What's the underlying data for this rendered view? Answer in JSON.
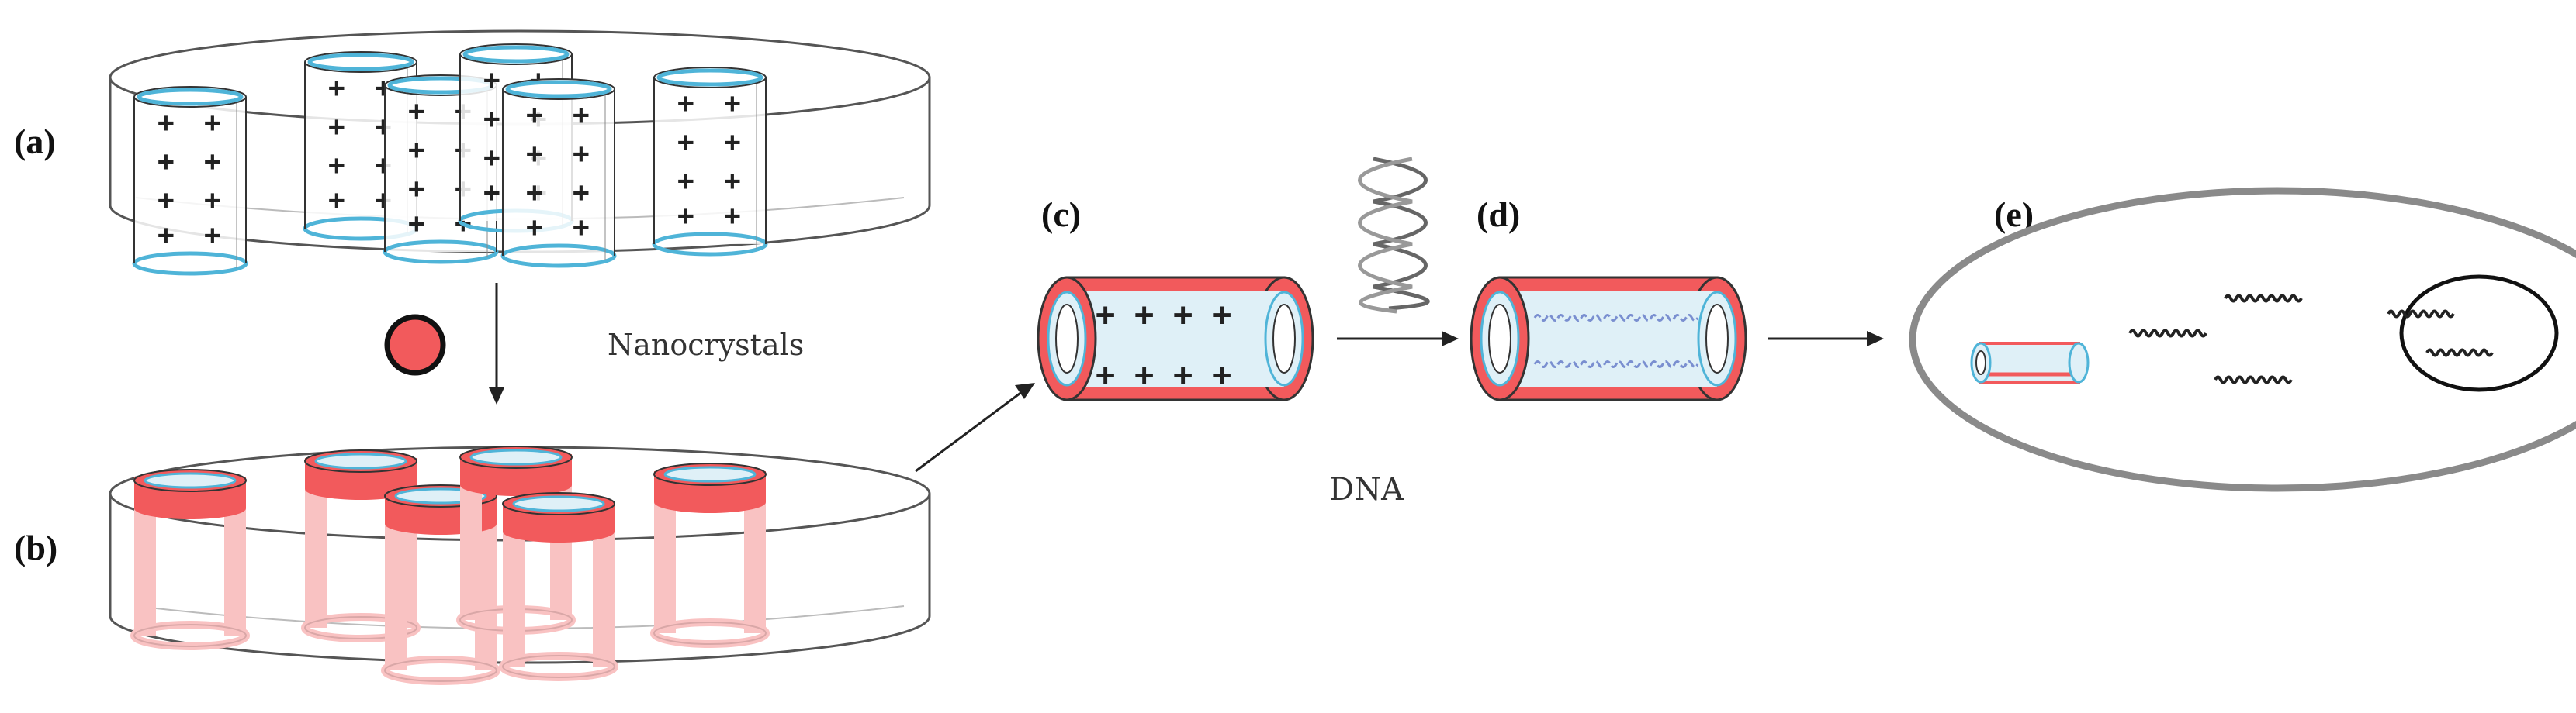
{
  "panels": {
    "a": "(a)",
    "b": "(b)",
    "c": "(c)",
    "d": "(d)",
    "e": "(e)"
  },
  "annotations": {
    "nanocrystals": "Nanocrystals",
    "dna": "DNA"
  },
  "colors": {
    "nanocrystal_red": "#f25a5c",
    "pale_red": "#f9c2c2",
    "pore_cyan": "#4fb4d8",
    "pore_fill": "#dff0f7",
    "outline": "#444444",
    "cell_border": "#8a8a8a"
  }
}
